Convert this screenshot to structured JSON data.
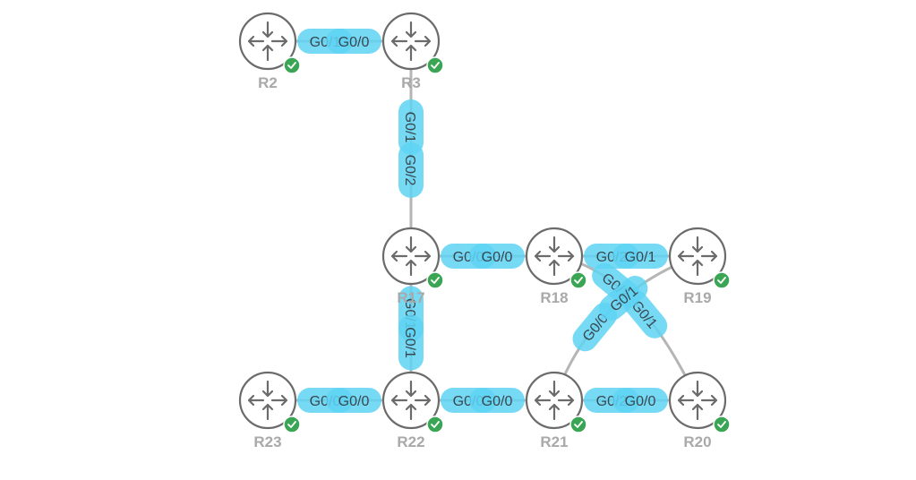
{
  "icons": {
    "router": "router-icon",
    "status": "check-circle-icon"
  },
  "colors": {
    "link": "#b5b5b5",
    "port": "#5fd3f3",
    "status_ok": "#3aa655"
  },
  "nodes": [
    {
      "id": "R2",
      "label": "R2"
    },
    {
      "id": "R3",
      "label": "R3"
    },
    {
      "id": "R17",
      "label": "R17"
    },
    {
      "id": "R18",
      "label": "R18"
    },
    {
      "id": "R19",
      "label": "R19"
    },
    {
      "id": "R20",
      "label": "R20"
    },
    {
      "id": "R21",
      "label": "R21"
    },
    {
      "id": "R22",
      "label": "R22"
    },
    {
      "id": "R23",
      "label": "R23"
    }
  ],
  "links": [
    {
      "a": "R2",
      "b": "R3",
      "a_port": "G0/1",
      "b_port": "G0/0"
    },
    {
      "a": "R3",
      "b": "R17",
      "a_port": "G0/1",
      "b_port": "G0/2"
    },
    {
      "a": "R17",
      "b": "R18",
      "a_port": "G0/0",
      "b_port": "G0/0"
    },
    {
      "a": "R17",
      "b": "R22",
      "a_port": "G0/1",
      "b_port": "G0/1"
    },
    {
      "a": "R18",
      "b": "R19",
      "a_port": "G0/2",
      "b_port": "G0/1"
    },
    {
      "a": "R18",
      "b": "R20",
      "a_port": "G0/2",
      "b_port": "G0/1"
    },
    {
      "a": "R21",
      "b": "R19",
      "a_port": "G0/0",
      "b_port": "G0/1"
    },
    {
      "a": "R22",
      "b": "R21",
      "a_port": "G0/0",
      "b_port": "G0/0"
    },
    {
      "a": "R23",
      "b": "R22",
      "a_port": "G0/0",
      "b_port": "G0/0"
    },
    {
      "a": "R21",
      "b": "R20",
      "a_port": "G0/2",
      "b_port": "G0/0"
    }
  ]
}
